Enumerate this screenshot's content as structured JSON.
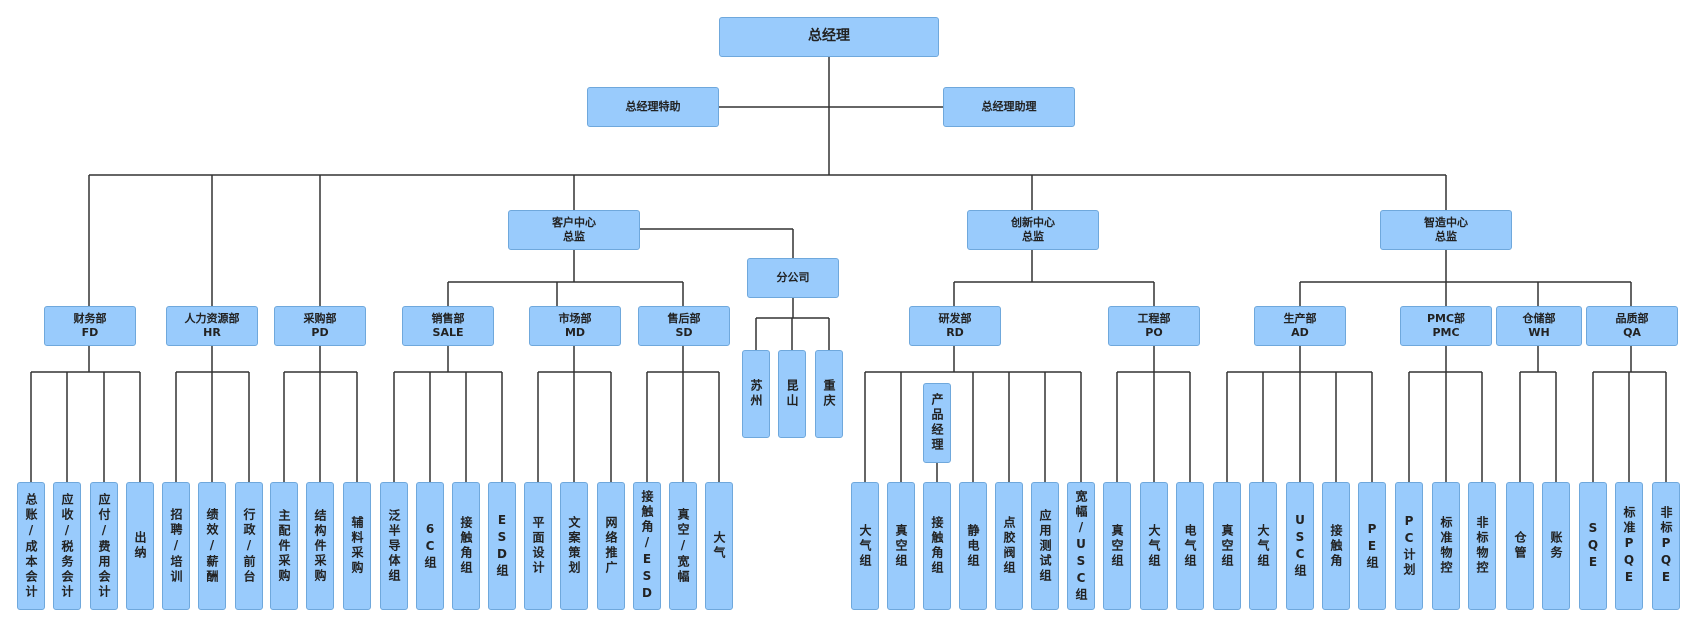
{
  "org": {
    "gm": "总经理",
    "gm_special": "总经理特助",
    "gm_assistant": "总经理助理",
    "centers": {
      "customer": "客户中心\n总监",
      "innovation": "创新中心\n总监",
      "manufacturing": "智造中心\n总监"
    },
    "branch": {
      "label": "分公司",
      "cities": [
        "苏州",
        "昆山",
        "重庆"
      ]
    },
    "departments": {
      "fd": "财务部\nFD",
      "hr": "人力资源部\nHR",
      "pd": "采购部\nPD",
      "sale": "销售部\nSALE",
      "md": "市场部\nMD",
      "sd": "售后部\nSD",
      "rd": "研发部\nRD",
      "po": "工程部\nPO",
      "ad": "生产部\nAD",
      "pmc": "PMC部\nPMC",
      "wh": "仓储部\nWH",
      "qa": "品质部\nQA"
    },
    "product_manager": "产品经理",
    "teams": {
      "fd": [
        "总账/成本会计",
        "应收/税务会计",
        "应付/费用会计",
        "出纳"
      ],
      "hr": [
        "招聘/培训",
        "绩效/薪酬",
        "行政/前台"
      ],
      "pd": [
        "主配件采购",
        "结构件采购",
        "辅料采购"
      ],
      "sale": [
        "泛半导体组",
        "6C组",
        "接触角组",
        "ESD组"
      ],
      "md": [
        "平面设计",
        "文案策划",
        "网络推广"
      ],
      "sd": [
        "接触角/ESD",
        "真空/宽幅",
        "大气"
      ],
      "rd": [
        "大气组",
        "真空组",
        "接触角组",
        "静电组",
        "点胶阀组",
        "应用测试组",
        "宽幅/USC组"
      ],
      "po": [
        "真空组",
        "大气组",
        "电气组"
      ],
      "ad": [
        "真空组",
        "大气组",
        "USC组",
        "接触角",
        "PE组"
      ],
      "pmc": [
        "PC计划",
        "标准物控",
        "非标物控"
      ],
      "wh": [
        "仓管",
        "账务"
      ],
      "qa": [
        "SQE",
        "标准PQE",
        "非标PQE"
      ]
    }
  }
}
